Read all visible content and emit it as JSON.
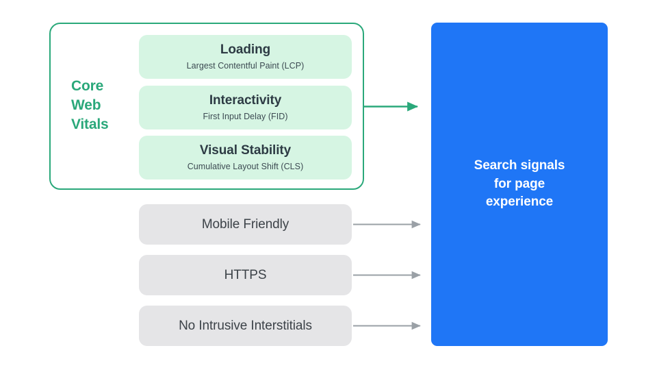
{
  "diagram": {
    "title_group": {
      "label_lines": [
        "Core",
        "Web",
        "Vitals"
      ],
      "accent_color": "#2aa87a"
    },
    "metrics": [
      {
        "title": "Loading",
        "subtitle": "Largest Contentful Paint (LCP)",
        "fill_color": "#d6f5e3"
      },
      {
        "title": "Interactivity",
        "subtitle": "First Input Delay (FID)",
        "fill_color": "#d6f5e3"
      },
      {
        "title": "Visual Stability",
        "subtitle": "Cumulative Layout Shift (CLS)",
        "fill_color": "#d6f5e3"
      }
    ],
    "signals": [
      {
        "label": "Mobile Friendly",
        "fill_color": "#e5e5e7"
      },
      {
        "label": "HTTPS",
        "fill_color": "#e5e5e7"
      },
      {
        "label": "No Intrusive Interstitials",
        "fill_color": "#e5e5e7"
      }
    ],
    "destination": {
      "lines": [
        "Search signals",
        "for page",
        "experience"
      ],
      "fill_color": "#1f76f6",
      "text_color": "#ffffff"
    },
    "connectors": [
      {
        "name": "core-web-vitals-arrow",
        "color": "#2aa87a"
      },
      {
        "name": "mobile-friendly-arrow",
        "color": "#9aa0a6"
      },
      {
        "name": "https-arrow",
        "color": "#9aa0a6"
      },
      {
        "name": "no-intrusive-interstitials-arrow",
        "color": "#9aa0a6"
      }
    ]
  }
}
